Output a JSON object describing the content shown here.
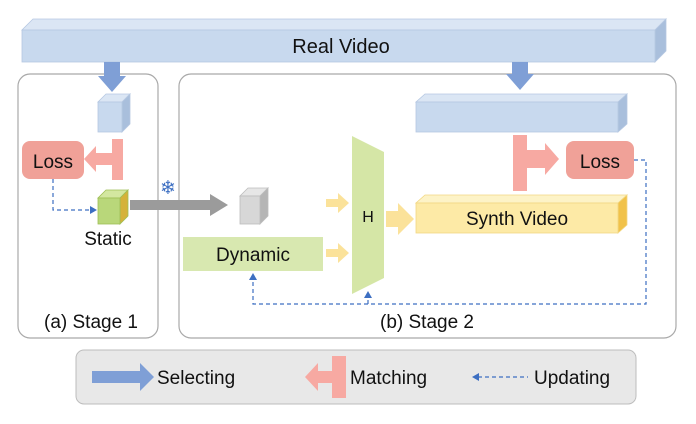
{
  "diagram": {
    "real_video": "Real Video",
    "stage1": {
      "loss": "Loss",
      "static": "Static",
      "caption": "(a) Stage 1"
    },
    "stage2": {
      "dynamic": "Dynamic",
      "h": "H",
      "synth_video": "Synth Video",
      "loss": "Loss",
      "caption": "(b) Stage 2"
    },
    "legend": {
      "selecting": "Selecting",
      "matching": "Matching",
      "updating": "Updating"
    },
    "snowflake_glyph": "❄"
  },
  "colors": {
    "real_video_box": "#c8d9ee",
    "selecting_arrow": "#7f9fd6",
    "loss_box": "#f0a198",
    "matching_arrow": "#f7a9a2",
    "static_cube": "#b9d77a",
    "dynamic_box": "#d8e8b0",
    "h_block": "#d5e6a6",
    "yellow_arrow": "#fbe29a",
    "synth_video_box": "#fdeaa6",
    "gray_arrow": "#9b9b9b",
    "update_dash": "#3d6fc2",
    "legend_bg": "#e8e8e8"
  }
}
